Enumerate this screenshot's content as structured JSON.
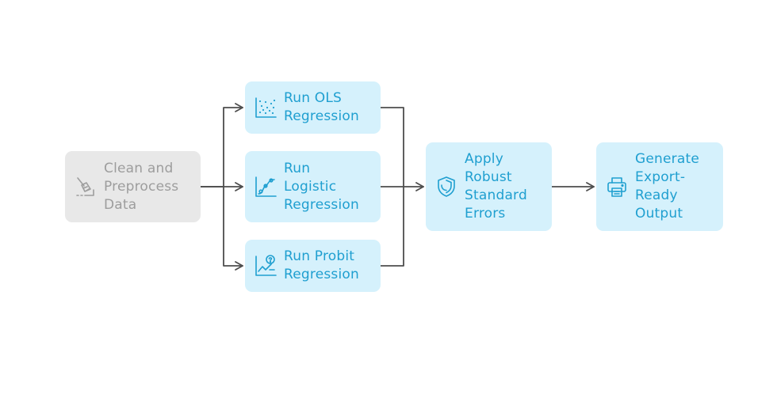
{
  "diagram": {
    "nodes": {
      "clean": {
        "label": "Clean and\nPreprocess\nData",
        "icon": "broom-icon"
      },
      "ols": {
        "label": "Run OLS\nRegression",
        "icon": "scatter-plot-icon"
      },
      "logistic": {
        "label": "Run\nLogistic\nRegression",
        "icon": "logistic-curve-icon"
      },
      "probit": {
        "label": "Run Probit\nRegression",
        "icon": "chart-question-icon"
      },
      "robust": {
        "label": "Apply\nRobust\nStandard\nErrors",
        "icon": "shield-icon"
      },
      "export": {
        "label": "Generate\nExport-\nReady\nOutput",
        "icon": "printer-icon"
      }
    },
    "colors": {
      "active_fill": "#d5f1fc",
      "active_text": "#1f9fd0",
      "muted_fill": "#e8e8e8",
      "muted_text": "#9d9d9d",
      "connector": "#4d4d4d"
    }
  }
}
